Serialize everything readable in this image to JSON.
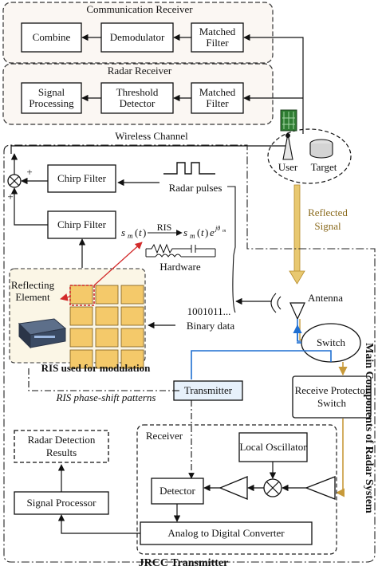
{
  "comm_receiver": {
    "title": "Communication Receiver",
    "combine": "Combine",
    "demodulator": "Demodulator",
    "matched_filter": "Matched Filter"
  },
  "radar_receiver": {
    "title": "Radar Receiver",
    "signal_processing": "Signal Processing",
    "threshold_detector": "Threshold Detector",
    "matched_filter": "Matched Filter"
  },
  "channel": {
    "wireless_channel": "Wireless Channel",
    "user": "User",
    "target": "Target",
    "reflected_signal": "Reflected Signal"
  },
  "transmitter_left": {
    "chirp_filter_top": "Chirp Filter",
    "chirp_filter_bottom": "Chirp Filter",
    "radar_pulses": "Radar pulses",
    "plus_top": "+",
    "plus_bottom": "+",
    "ris_label": "RIS",
    "hardware": "Hardware",
    "reflecting_element": "Reflecting Element",
    "binary_bits": "1001011...",
    "binary_data": "Binary data",
    "ris_modulation": "RIS used for modulation",
    "ris_patterns": "RIS phase-shift patterns"
  },
  "radar_system": {
    "side_title": "Main Components of Radar System",
    "antenna": "Antenna",
    "switch": "Switch",
    "receive_protector": "Receive Protector Switch",
    "transmitter": "Transmitter",
    "receiver": "Receiver",
    "local_oscillator": "Local Oscillator",
    "detector": "Detector",
    "adc": "Analog to Digital Converter",
    "signal_processor": "Signal Processor",
    "radar_detection_results": "Radar Detection Results"
  },
  "footer": {
    "title": "JRCC Transmitter"
  },
  "colors": {
    "reflected_arrow": "#e8c870",
    "reflected_text": "#8a6a1c",
    "blue_line": "#1f6fd1",
    "brown_line": "#c89a3a",
    "red_arrow": "#d22a2a",
    "ris_cell": "#f4c96a",
    "ris_panel": "#fbf6e6",
    "receiver_panel": "#fbf7f3",
    "transmitter_box": "#e7f1fb"
  }
}
